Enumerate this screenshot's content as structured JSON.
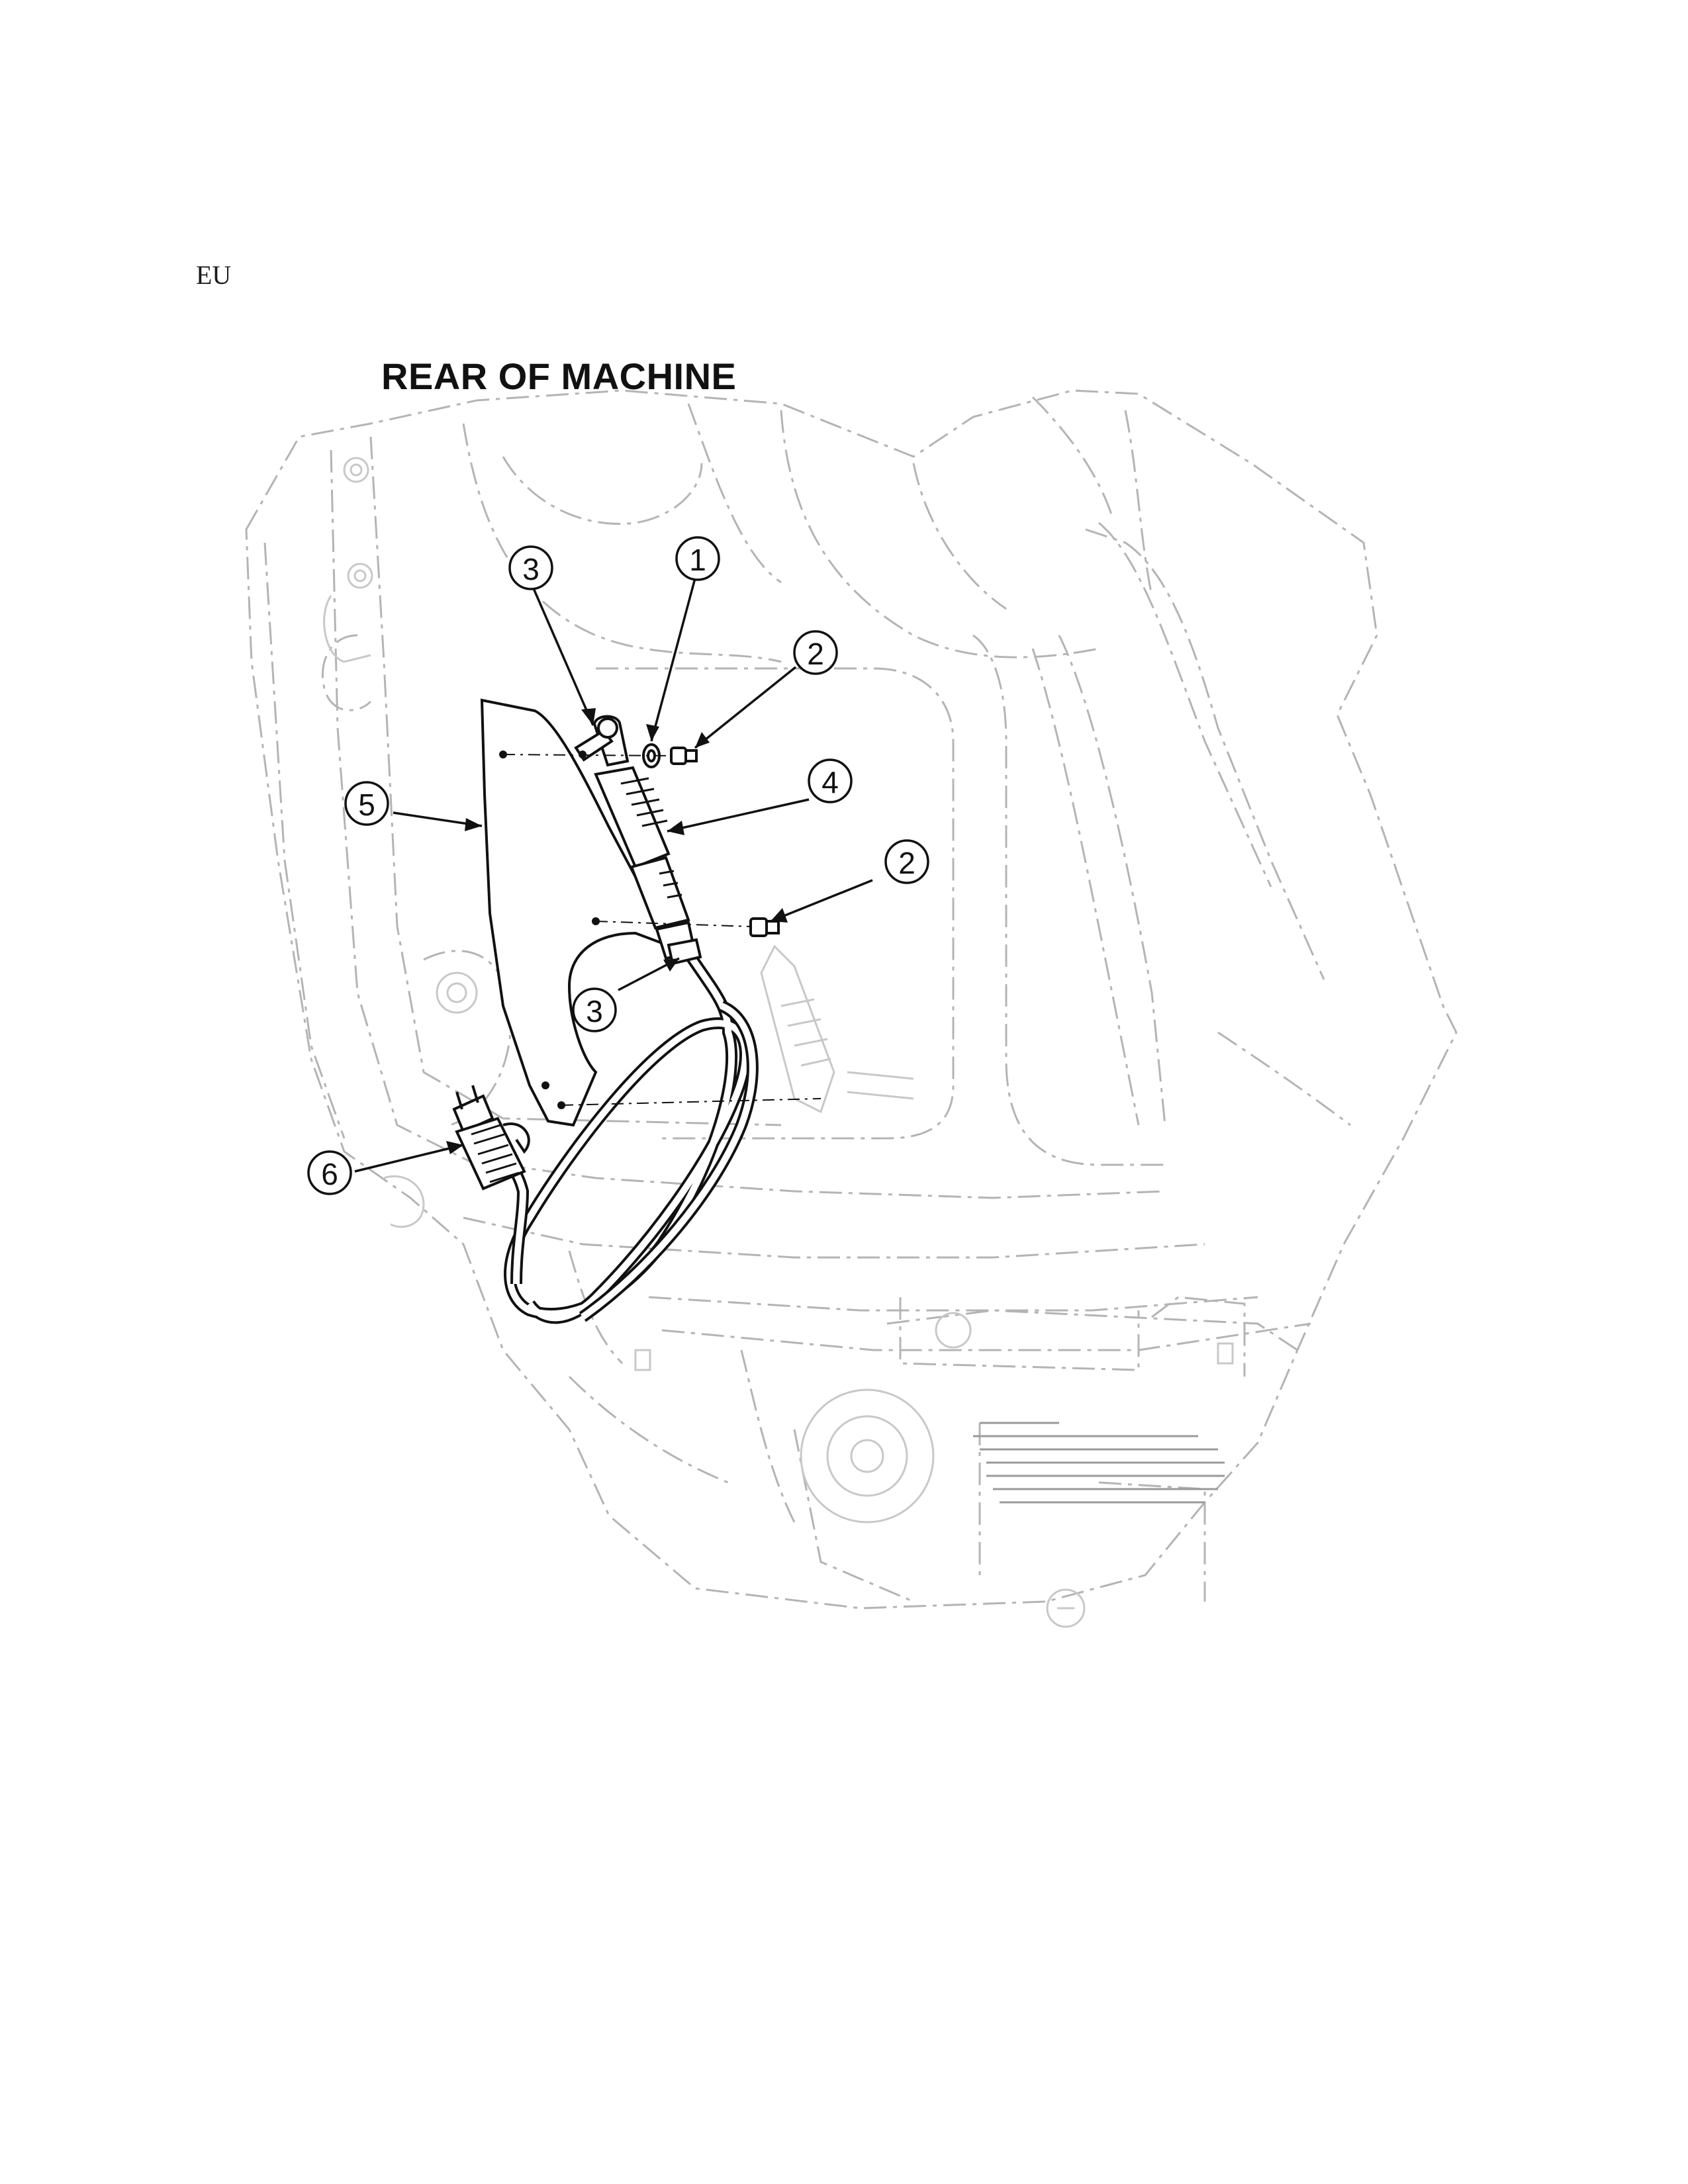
{
  "header": {
    "region_tag": "EU",
    "title": "REAR OF MACHINE"
  },
  "callouts": [
    {
      "id": "callout-1",
      "number": "1"
    },
    {
      "id": "callout-2a",
      "number": "2"
    },
    {
      "id": "callout-2b",
      "number": "2"
    },
    {
      "id": "callout-3a",
      "number": "3"
    },
    {
      "id": "callout-3b",
      "number": "3"
    },
    {
      "id": "callout-4",
      "number": "4"
    },
    {
      "id": "callout-5",
      "number": "5"
    },
    {
      "id": "callout-6",
      "number": "6"
    }
  ],
  "colors": {
    "line_art": "#111111",
    "ghost_machine": "#b4b4b4",
    "background": "#ffffff"
  }
}
